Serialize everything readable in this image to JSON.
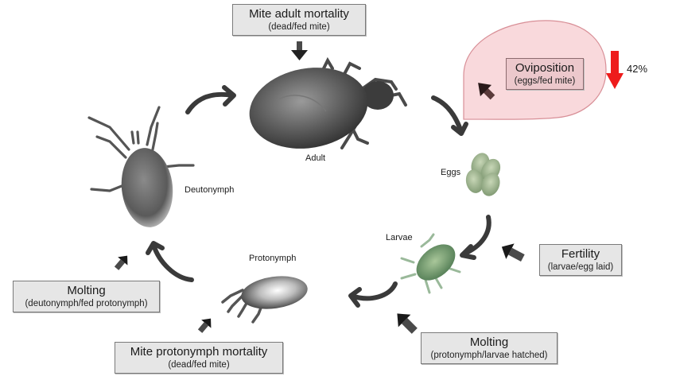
{
  "diagram": {
    "type": "mite life cycle",
    "stages": [
      {
        "id": "adult",
        "label": "Adult"
      },
      {
        "id": "eggs",
        "label": "Eggs"
      },
      {
        "id": "larvae",
        "label": "Larvae"
      },
      {
        "id": "protonymph",
        "label": "Protonymph"
      },
      {
        "id": "deutonymph",
        "label": "Deutonymph"
      }
    ],
    "parameters": {
      "adult_mortality": {
        "title": "Mite adult mortality",
        "subtitle": "(dead/fed mite)"
      },
      "oviposition": {
        "title": "Oviposition",
        "subtitle": "(eggs/fed mite)",
        "change": "42%",
        "direction": "decrease"
      },
      "fertility": {
        "title": "Fertility",
        "subtitle": "(larvae/egg laid)"
      },
      "molting_protonymph": {
        "title": "Molting",
        "subtitle": "(protonymph/larvae hatched)"
      },
      "protonymph_mortality": {
        "title": "Mite protonymph mortality",
        "subtitle": "(dead/fed mite)"
      },
      "molting_deutonymph": {
        "title": "Molting",
        "subtitle": "(deutonymph/fed protonymph)"
      }
    },
    "colors": {
      "highlight_fill": "#f9d9dc",
      "highlight_border": "#d88f97",
      "decrease_arrow": "#ee1c1c",
      "cycle_arrow": "#3a3a3a",
      "egg_green": "#8fa67d",
      "larva_green": "#5f8a5a"
    }
  }
}
